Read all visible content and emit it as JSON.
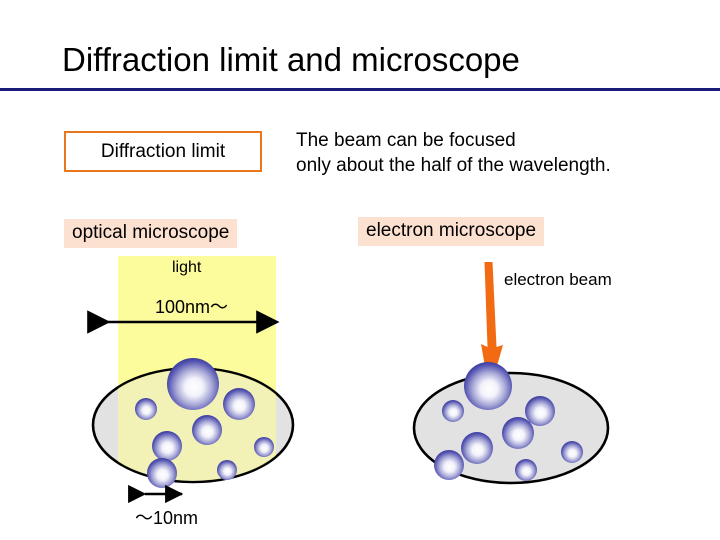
{
  "slide": {
    "title": "Diffraction limit and microscope",
    "rule_color": "#1b1b7a",
    "background": "#ffffff"
  },
  "callout_box": {
    "label": "Diffraction limit",
    "border_color": "#e8761b",
    "fill_color": "#ffffff"
  },
  "statement": {
    "line1": "The beam can be focused",
    "line2": "only about the half of the wavelength."
  },
  "sections": [
    {
      "id": "optical",
      "label": "optical microscope",
      "label_bg": "#fce0d0",
      "beam": {
        "name": "light",
        "label": "light",
        "color": "#fcfc9c",
        "width_label": "100nm～",
        "arrow": "double-headed-horizontal"
      },
      "scale": {
        "label": "～10nm",
        "arrow": "double-headed-horizontal"
      },
      "specimen": {
        "shape": "ellipse",
        "fill": "#e2e2e2",
        "stroke": "#000000",
        "particle_color_outer": "#3a3a9e",
        "particle_color_inner": "#ffffff",
        "particle_count": 8
      }
    },
    {
      "id": "electron",
      "label": "electron microscope",
      "label_bg": "#fce0d0",
      "beam": {
        "name": "electron-beam",
        "label": "electron beam",
        "color": "#f26a11",
        "arrow": "down-arrow"
      },
      "specimen": {
        "shape": "ellipse",
        "fill": "#e2e2e2",
        "stroke": "#000000",
        "particle_color_outer": "#3a3a9e",
        "particle_color_inner": "#ffffff",
        "particle_count": 8
      }
    }
  ],
  "chart_data": {
    "type": "diagram",
    "title": "Diffraction limit and microscope",
    "annotations": [
      "Diffraction limit",
      "The beam can be focused",
      "only about the half of the wavelength.",
      "optical microscope",
      "electron microscope",
      "light",
      "100nm～",
      "～10nm",
      "electron beam"
    ],
    "comparison": [
      {
        "instrument": "optical microscope",
        "probe": "light",
        "spot_size": "100nm～"
      },
      {
        "instrument": "electron microscope",
        "probe": "electron beam",
        "feature_size": "～10nm"
      }
    ]
  }
}
